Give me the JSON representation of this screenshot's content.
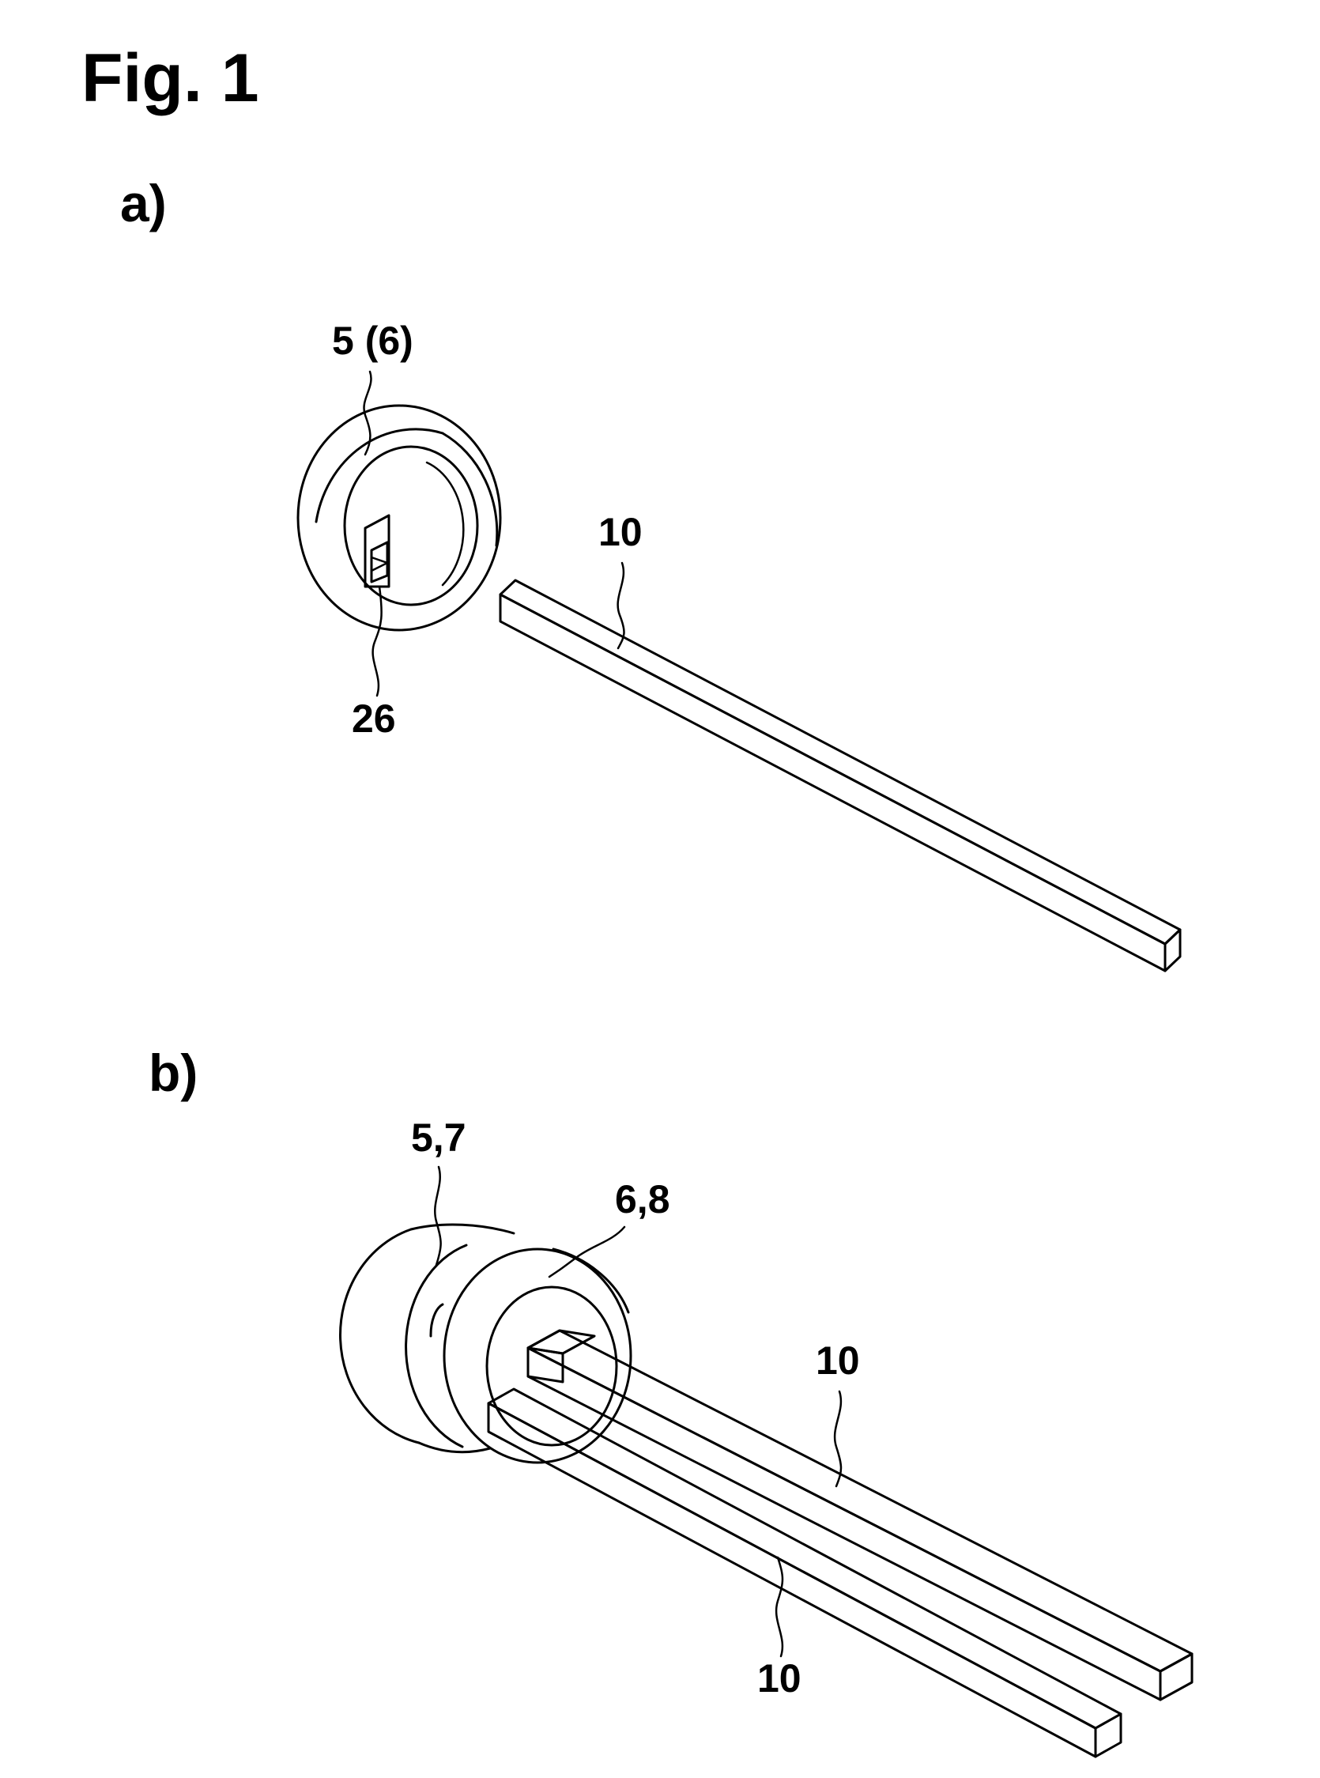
{
  "figure": {
    "title": "Fig. 1"
  },
  "panel_a": {
    "label": "a)",
    "refs": {
      "ring": "5 (6)",
      "bar": "10",
      "opening": "26"
    }
  },
  "panel_b": {
    "label": "b)",
    "refs": {
      "ring_back": "5,7",
      "ring_front": "6,8",
      "bar_upper": "10",
      "bar_lower": "10"
    }
  },
  "colors": {
    "ink": "#000000",
    "paper": "#ffffff"
  }
}
